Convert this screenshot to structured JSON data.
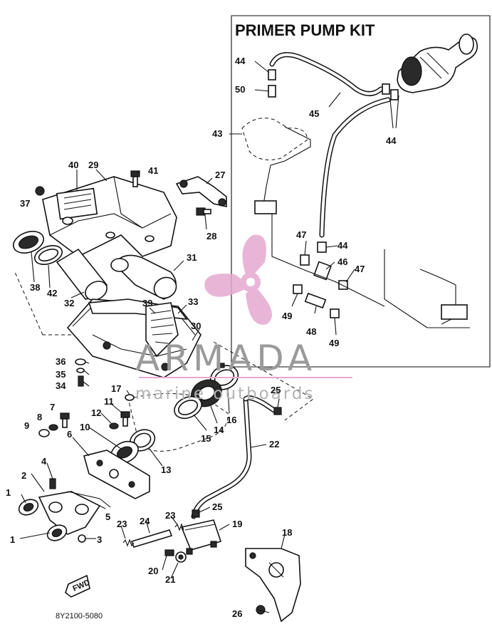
{
  "kit": {
    "title": "PRIMER PUMP KIT"
  },
  "diagram_code": "8Y2100-5080",
  "watermark": {
    "brand": "ARMADA",
    "tagline": "marine outboards"
  },
  "arrow_label": "FWD",
  "callouts": {
    "c1a": "1",
    "c1b": "1",
    "c2": "2",
    "c3": "3",
    "c4": "4",
    "c5": "5",
    "c6": "6",
    "c7": "7",
    "c8": "8",
    "c9": "9",
    "c10": "10",
    "c11": "11",
    "c12": "12",
    "c13": "13",
    "c14": "14",
    "c15": "15",
    "c16": "16",
    "c17": "17",
    "c18": "18",
    "c19": "19",
    "c20": "20",
    "c21": "21",
    "c22": "22",
    "c23a": "23",
    "c23b": "23",
    "c24": "24",
    "c25a": "25",
    "c25b": "25",
    "c26": "26",
    "c27": "27",
    "c28": "28",
    "c29": "29",
    "c30": "30",
    "c31": "31",
    "c32": "32",
    "c33": "33",
    "c34": "34",
    "c35": "35",
    "c36": "36",
    "c37": "37",
    "c38": "38",
    "c39": "39",
    "c40": "40",
    "c41": "41",
    "c42": "42",
    "c43": "43",
    "c44a": "44",
    "c44b": "44",
    "c44c": "44",
    "c45": "45",
    "c46": "46",
    "c47a": "47",
    "c47b": "47",
    "c48": "48",
    "c49a": "49",
    "c49b": "49",
    "c50": "50"
  },
  "colors": {
    "ink": "#111111",
    "logo": "#e6a9cf",
    "watermark": "#9a9a9a"
  }
}
